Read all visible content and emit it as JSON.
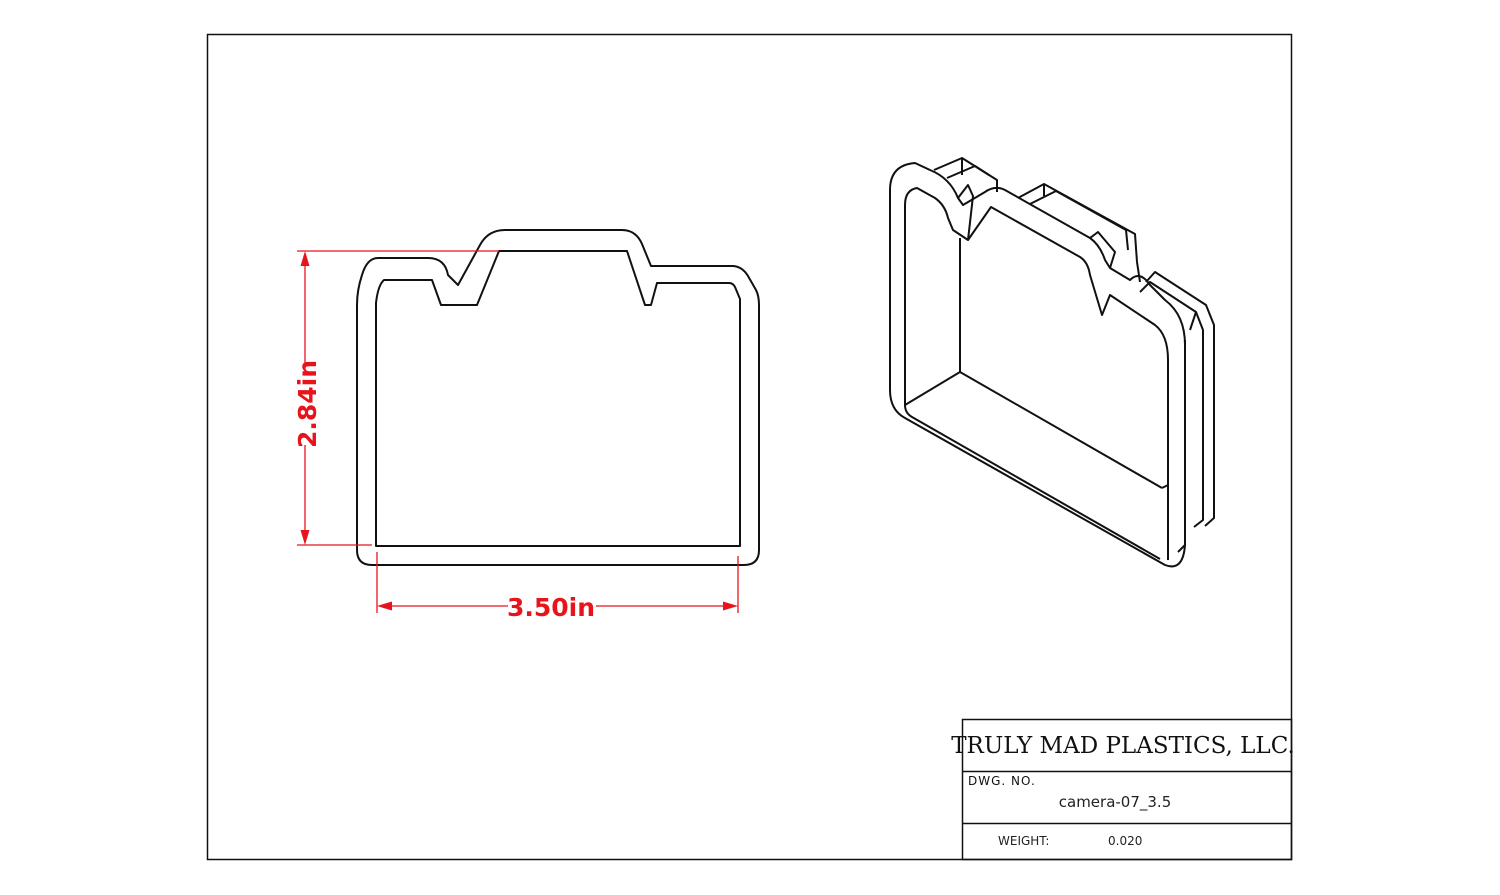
{
  "dimensions": {
    "height_label": "2.84in",
    "width_label": "3.50in",
    "color": "#e8141b"
  },
  "title_block": {
    "company": "TRULY MAD PLASTICS, LLC.",
    "dwg_no_label": "DWG. NO.",
    "dwg_no_value": "camera-07_3.5",
    "weight_label": "WEIGHT:",
    "weight_value": "0.020"
  }
}
